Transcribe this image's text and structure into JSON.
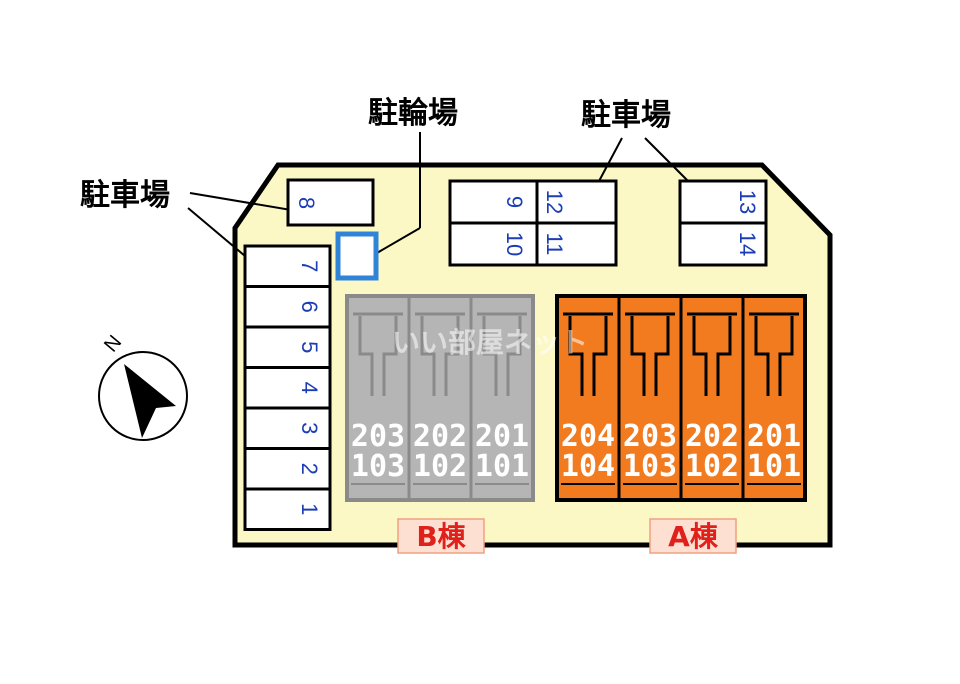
{
  "labels": {
    "parking_left": "駐車場",
    "bicycle": "駐輪場",
    "parking_top": "駐車場"
  },
  "parking": {
    "left_column": [
      "7",
      "6",
      "5",
      "4",
      "3",
      "2",
      "1"
    ],
    "single": "8",
    "top_block_left": [
      "9",
      "10"
    ],
    "top_block_right": [
      "12",
      "11"
    ],
    "right_block": [
      "13",
      "14"
    ]
  },
  "building_b": {
    "label": "B棟",
    "units": [
      {
        "upper": "203",
        "lower": "103"
      },
      {
        "upper": "202",
        "lower": "102"
      },
      {
        "upper": "201",
        "lower": "101"
      }
    ]
  },
  "building_a": {
    "label": "A棟",
    "units": [
      {
        "upper": "204",
        "lower": "104"
      },
      {
        "upper": "203",
        "lower": "103"
      },
      {
        "upper": "202",
        "lower": "102"
      },
      {
        "upper": "201",
        "lower": "101"
      }
    ]
  },
  "compass": {
    "label": "N"
  },
  "watermark": "いい部屋ネット",
  "colors": {
    "lot": "#fbf8c6",
    "building_a": "#f27a1f",
    "building_b": "#b5b5b5",
    "parking_number": "#1b3db5",
    "bicycle_outline": "#2f84d8",
    "building_label": "#e0201b",
    "building_label_bg": "#fde0d2"
  }
}
